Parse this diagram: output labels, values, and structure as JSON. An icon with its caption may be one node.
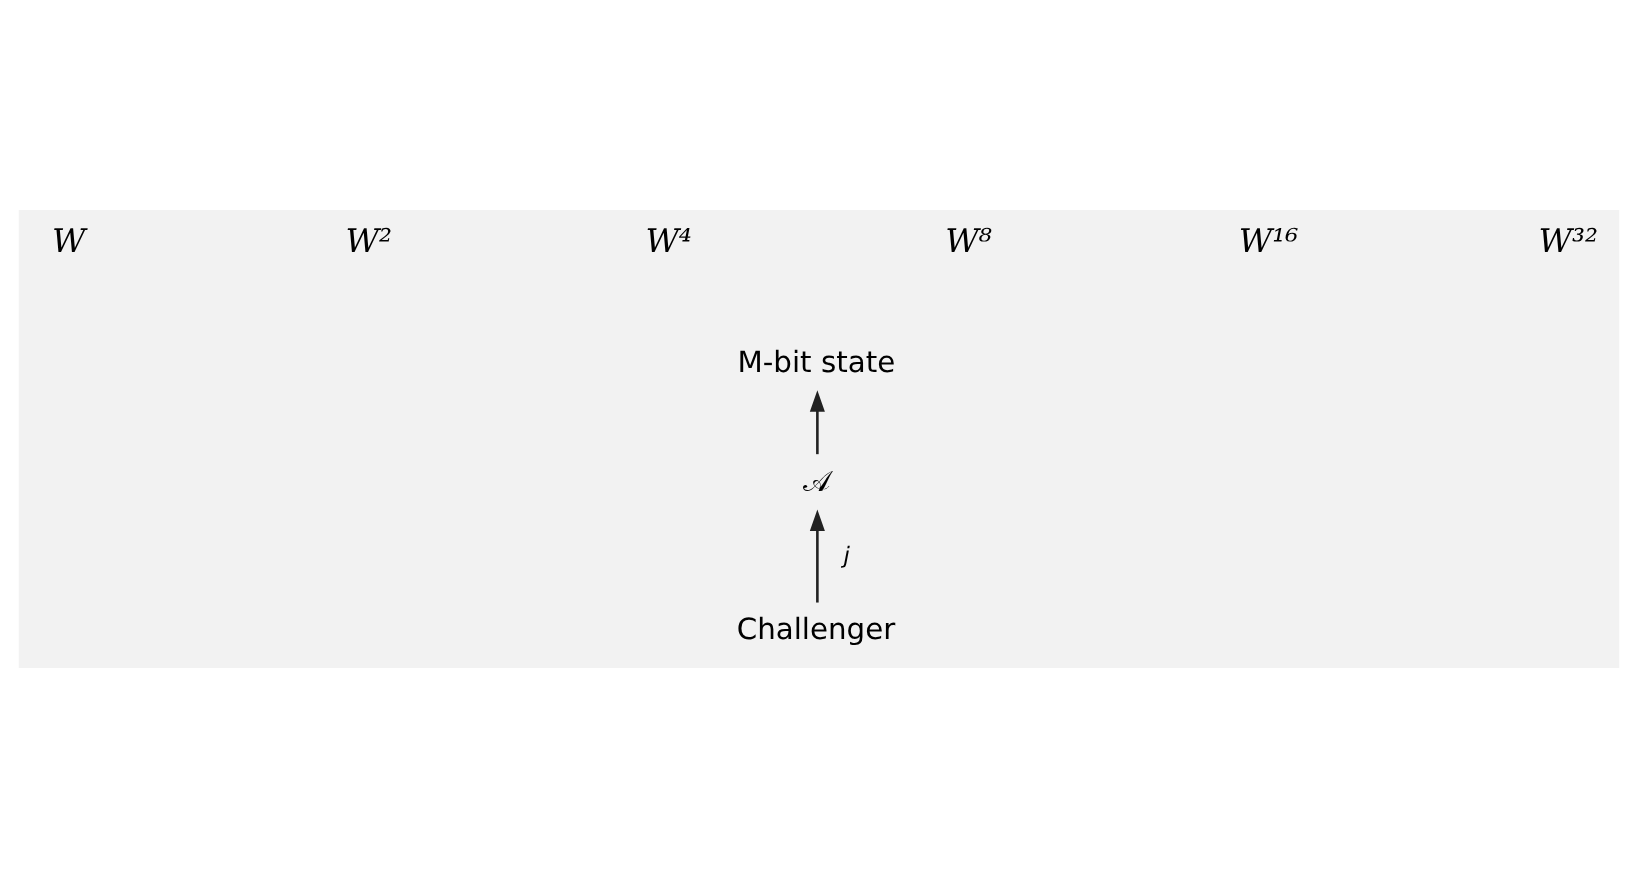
{
  "diagram": {
    "nodes": [
      {
        "text": [
          "M-bit state"
        ]
      },
      {
        "text": [
          "𝒜"
        ]
      },
      {
        "text": [
          "Challenger"
        ]
      }
    ],
    "edges": [
      {
        "from": 2,
        "to": 1,
        "arrow": "to",
        "label": "j"
      },
      {
        "from": 1,
        "to": 0,
        "arrow": "to"
      }
    ],
    "labels": [
      "W",
      "W²",
      "W⁴",
      "W⁸",
      "W¹⁶",
      "W³²"
    ]
  }
}
